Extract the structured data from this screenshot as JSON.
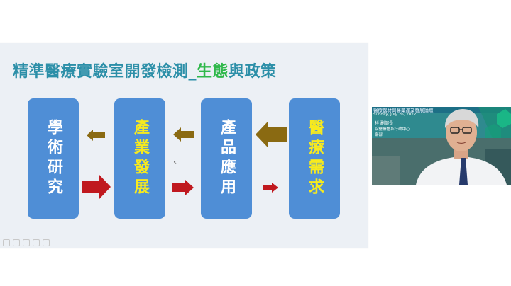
{
  "slide": {
    "title_pre": "精準醫療實驗室開發檢測_",
    "title_highlight": "生態",
    "title_post": "與政策",
    "boxes": [
      {
        "id": "academic",
        "text": "學術研究"
      },
      {
        "id": "industry",
        "text": "產業發展"
      },
      {
        "id": "product",
        "text": "產品應用"
      },
      {
        "id": "medical",
        "text": "醫療需求"
      }
    ]
  },
  "video": {
    "banner_title": "醫療器材與醫藥產業發展論壇",
    "date_text": "Sunday, July 26, 2022",
    "speaker_name": "祥",
    "speaker_title": "副部長",
    "org_line1": "院醫療體系行政中心",
    "org_line2": "衛部"
  },
  "colors": {
    "title": "#2c8fa8",
    "highlight": "#2fb84a",
    "box": "#4f8ed6",
    "yellow_text": "#f7ea1e",
    "arrow_red": "#c0191f",
    "arrow_brown": "#8a6a12"
  }
}
